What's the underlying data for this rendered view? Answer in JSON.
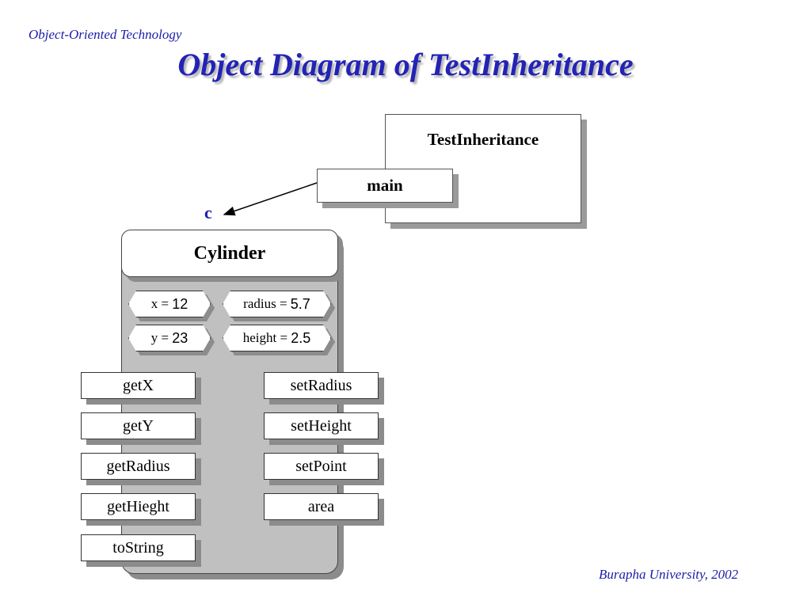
{
  "header": {
    "course": "Object-Oriented Technology",
    "title": "Object Diagram of  TestInheritance"
  },
  "footer": {
    "credit": "Burapha University, 2002"
  },
  "test_class": {
    "name": "TestInheritance",
    "method": "main"
  },
  "reference": {
    "label": "c"
  },
  "cylinder": {
    "name": "Cylinder",
    "attributes": [
      {
        "name": "x",
        "value": "12"
      },
      {
        "name": "radius",
        "value": "5.7"
      },
      {
        "name": "y",
        "value": "23"
      },
      {
        "name": "height",
        "value": "2.5"
      }
    ],
    "methods_left": [
      "getX",
      "getY",
      "getRadius",
      "getHieght",
      "toString"
    ],
    "methods_right": [
      "setRadius",
      "setHeight",
      "setPoint",
      "area"
    ]
  },
  "colors": {
    "title": "#2323b5",
    "accent": "#1c1ca8",
    "object_fill": "#c0c0c0",
    "shadow": "#8c8c8c"
  }
}
